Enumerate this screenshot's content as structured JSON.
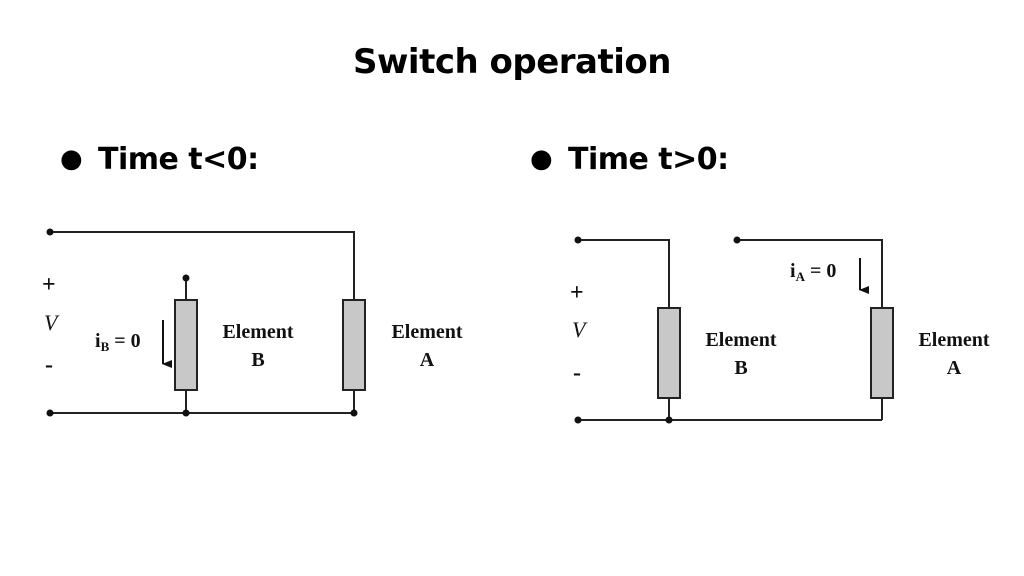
{
  "slide": {
    "title": "Switch operation",
    "bullets": [
      {
        "label": "Time t<0:"
      },
      {
        "label": "Time t>0:"
      }
    ]
  },
  "circuit_left": {
    "plus": "+",
    "voltage": "V",
    "minus": "-",
    "current_letter": "i",
    "current_subscript": "B",
    "current_value": " = 0",
    "element_b": {
      "name": "Element",
      "letter": "B"
    },
    "element_a": {
      "name": "Element",
      "letter": "A"
    }
  },
  "circuit_right": {
    "plus": "+",
    "voltage": "V",
    "minus": "-",
    "current_letter": "i",
    "current_subscript": "A",
    "current_value": " = 0",
    "element_b": {
      "name": "Element",
      "letter": "B"
    },
    "element_a": {
      "name": "Element",
      "letter": "A"
    }
  }
}
